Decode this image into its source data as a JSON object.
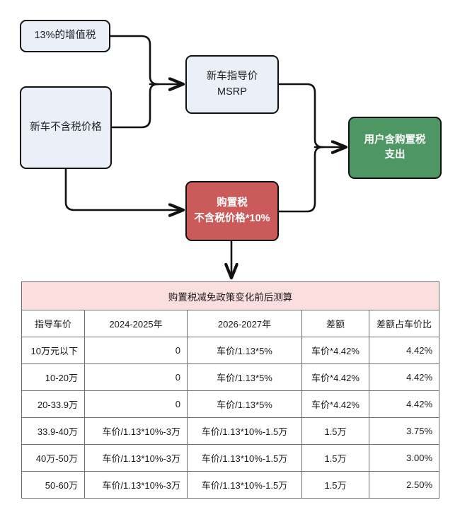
{
  "flowchart": {
    "nodes": [
      {
        "id": "vat",
        "lines": [
          "13%的增值税"
        ],
        "style": "blue"
      },
      {
        "id": "netprice",
        "lines": [
          "新车不含税价格"
        ],
        "style": "blue"
      },
      {
        "id": "msrp",
        "lines": [
          "新车指导价",
          "MSRP"
        ],
        "style": "blue"
      },
      {
        "id": "purchase",
        "lines": [
          "购置税",
          "不含税价格*10%"
        ],
        "style": "red"
      },
      {
        "id": "outlay",
        "lines": [
          "用户含购置税",
          "支出"
        ],
        "style": "green"
      }
    ],
    "colors": {
      "blue_fill": "#EAEFF8",
      "red_fill": "#CB5B5B",
      "green_fill": "#4E9663",
      "border": "#111111",
      "connector": "#111111"
    }
  },
  "table": {
    "title": "购置税减免政策变化前后测算",
    "headers": [
      "指导车价",
      "2024-2025年",
      "2026-2027年",
      "差额",
      "差额占车价比"
    ],
    "rows": [
      [
        "10万元以下",
        "0",
        "车价/1.13*5%",
        "车价*4.42%",
        "4.42%"
      ],
      [
        "10-20万",
        "0",
        "车价/1.13*5%",
        "车价*4.42%",
        "4.42%"
      ],
      [
        "20-33.9万",
        "0",
        "车价/1.13*5%",
        "车价*4.42%",
        "4.42%"
      ],
      [
        "33.9-40万",
        "车价/1.13*10%-3万",
        "车价/1.13*10%-1.5万",
        "1.5万",
        "3.75%"
      ],
      [
        "40万-50万",
        "车价/1.13*10%-3万",
        "车价/1.13*10%-1.5万",
        "1.5万",
        "3.00%"
      ],
      [
        "50-60万",
        "车价/1.13*10%-3万",
        "车价/1.13*10%-1.5万",
        "1.5万",
        "2.50%"
      ]
    ],
    "colors": {
      "title_fill": "#FBDFDF",
      "grid": "#6E6E6E"
    }
  }
}
